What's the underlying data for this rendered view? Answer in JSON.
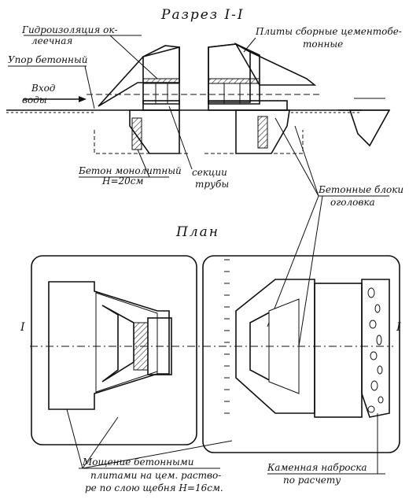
{
  "section_title": "Разрез I-I",
  "plan_title": "План",
  "section_mark_left": "I",
  "section_mark_right": "I",
  "labels": {
    "waterproofing_1": "Гидроизоляция ок-",
    "waterproofing_2": "леечная",
    "concrete_stop": "Упор бетонный",
    "inlet_1": "Вход",
    "inlet_2": "воды",
    "monolithic_1": "Бетон монолитный",
    "monolithic_2": "H=20см",
    "pipe_sections_1": "секции",
    "pipe_sections_2": "трубы",
    "precast_slabs_1": "Плиты сборные цементобе-",
    "precast_slabs_2": "тонные",
    "concrete_blocks_1": "Бетонные блоки",
    "concrete_blocks_2": "оголовка",
    "paving_1": "Мощение бетонными",
    "paving_2": "плитами на цем. раство-",
    "paving_3": "ре по слою щебня H=16см.",
    "riprap_1": "Каменная наброска",
    "riprap_2": "по расчету"
  }
}
